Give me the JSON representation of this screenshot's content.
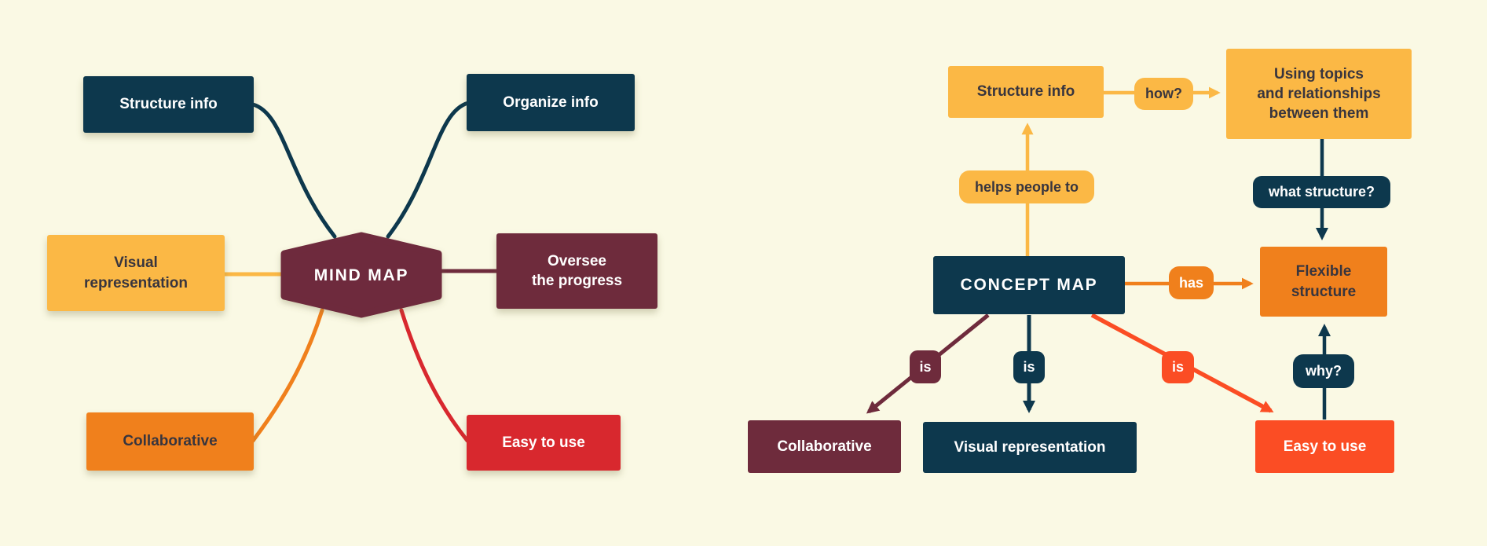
{
  "palette": {
    "background": "#FAF9E4",
    "navy": "#0D384D",
    "maroon": "#6E2B3C",
    "yellow": "#FBB845",
    "orange": "#F0801C",
    "red": "#D8282E",
    "flame": "#FB4D24",
    "dark_text": "#38353E"
  },
  "mind_map": {
    "center_label": "MIND MAP",
    "nodes": {
      "structure_info": "Structure info",
      "organize_info": "Organize info",
      "visual_representation": "Visual\nrepresentation",
      "oversee_progress": "Oversee\nthe progress",
      "collaborative": "Collaborative",
      "easy_to_use": "Easy to use"
    }
  },
  "concept_map": {
    "center_label": "CONCEPT MAP",
    "nodes": {
      "structure_info": "Structure info",
      "using_topics": "Using topics\nand relationships\nbetween them",
      "flexible_structure": "Flexible\nstructure",
      "collaborative": "Collaborative",
      "visual_representation": "Visual representation",
      "easy_to_use": "Easy to use"
    },
    "edge_labels": {
      "helps_people_to": "helps people to",
      "how": "how?",
      "what_structure": "what structure?",
      "has": "has",
      "is_collaborative": "is",
      "is_visual_representation": "is",
      "is_easy_to_use": "is",
      "why": "why?"
    }
  }
}
